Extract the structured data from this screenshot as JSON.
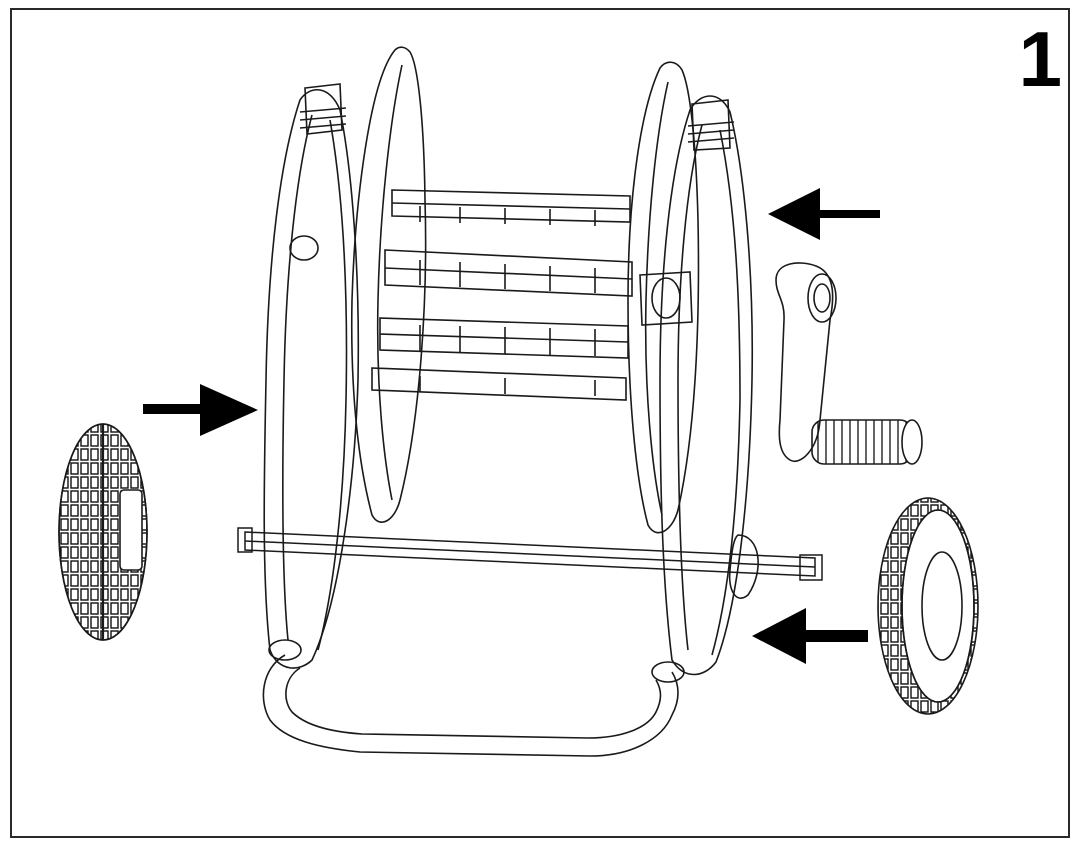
{
  "figure": {
    "step_number": "1",
    "colors": {
      "line": "#1a1a1a",
      "arrow": "#000000",
      "frame": "#2a2a2a",
      "background": "#ffffff"
    },
    "parts": [
      {
        "id": "reel-frame",
        "icon": "hose-reel-frame"
      },
      {
        "id": "reel-drum",
        "icon": "hose-drum"
      },
      {
        "id": "hand-crank",
        "icon": "crank-handle"
      },
      {
        "id": "left-wheel",
        "icon": "wheel"
      },
      {
        "id": "right-wheel",
        "icon": "wheel"
      },
      {
        "id": "axle",
        "icon": "axle-rod"
      },
      {
        "id": "base-handle",
        "icon": "u-base"
      }
    ],
    "arrows": [
      {
        "id": "arrow-crank",
        "direction": "left"
      },
      {
        "id": "arrow-left-wheel",
        "direction": "right"
      },
      {
        "id": "arrow-right-wheel",
        "direction": "left"
      }
    ]
  }
}
